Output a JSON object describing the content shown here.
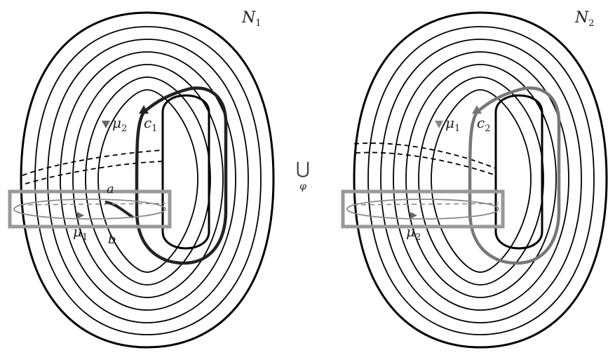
{
  "left": {
    "title": "N",
    "title_sub": "1",
    "mu_top": "μ",
    "mu_top_sub": "2",
    "curve": "c",
    "curve_sub": "1",
    "mu_bottom": "μ",
    "mu_bottom_sub": "1",
    "point_a": "a",
    "point_b": "b"
  },
  "right": {
    "title": "N",
    "title_sub": "2",
    "mu_top": "μ",
    "mu_top_sub": "1",
    "curve": "c",
    "curve_sub": "2",
    "mu_bottom": "μ",
    "mu_bottom_sub": "2"
  },
  "glue": {
    "symbol": "⋃",
    "map": "φ"
  },
  "colors": {
    "line": "#000000",
    "curve_left": "#222222",
    "curve_right": "#777777",
    "box": "#999999",
    "meridian": "#8a8a8a"
  }
}
